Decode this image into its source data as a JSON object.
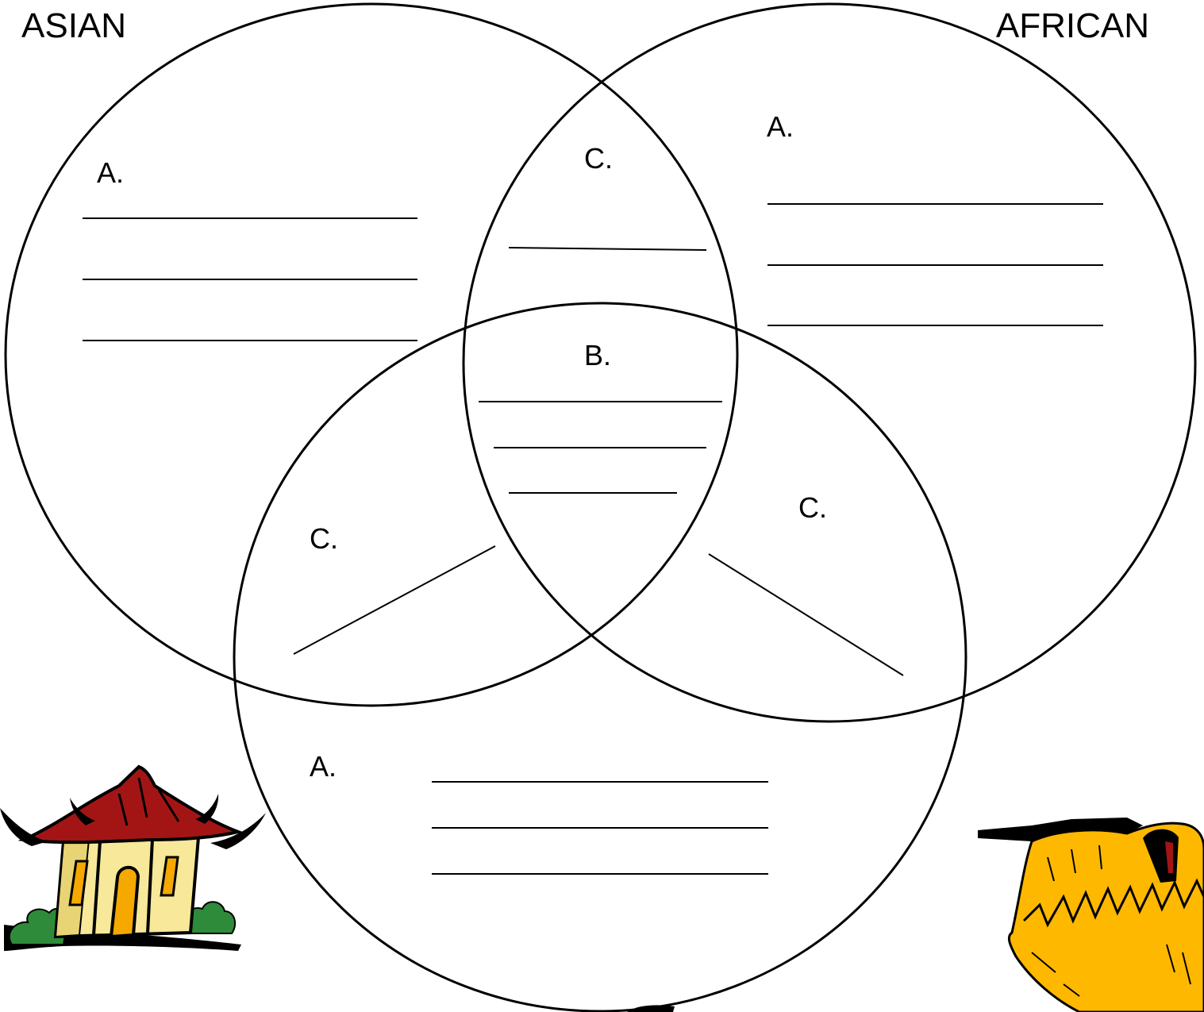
{
  "labels": {
    "asian": "ASIAN",
    "african": "AFRICAN"
  },
  "regions": {
    "asian_only": "A.",
    "african_only": "A.",
    "bottom_only": "A.",
    "asian_african_overlap": "C.",
    "asian_bottom_overlap": "C.",
    "african_bottom_overlap": "C.",
    "center_all_three": "B."
  },
  "icons": {
    "asian": "pagoda-house-icon",
    "african": "straw-hut-icon"
  },
  "colors": {
    "line": "#000000",
    "roof": "#a31515",
    "house_wall": "#f7e89a",
    "door": "#f5a800",
    "bush": "#2e8b3a",
    "hut": "#ffb800"
  }
}
